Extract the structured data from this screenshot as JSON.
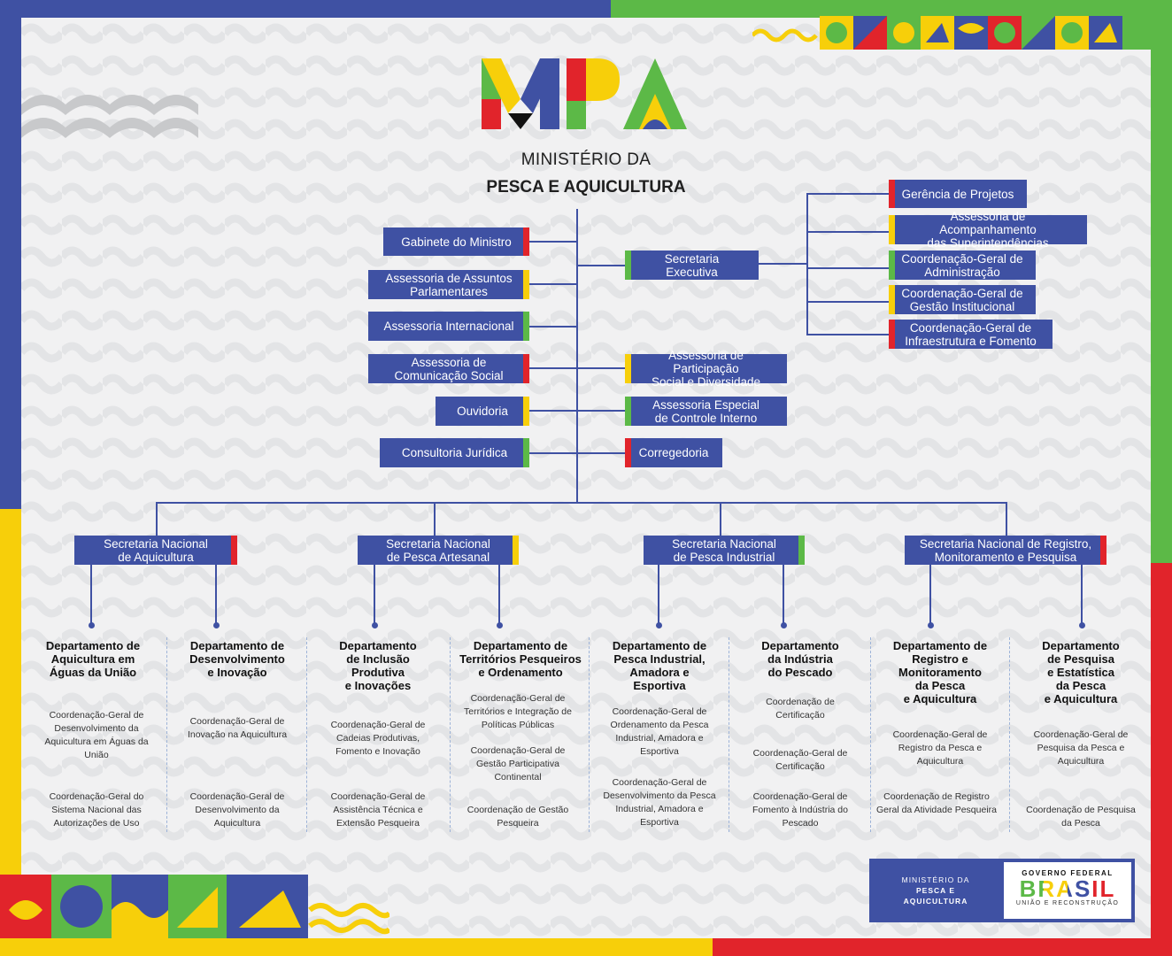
{
  "colors": {
    "blue": "#3f51a3",
    "green": "#5cb947",
    "yellow": "#f7cf0a",
    "red": "#e1242b",
    "background": "#f1f1f2"
  },
  "logo": {
    "letters": "MPA"
  },
  "header": {
    "title_line1": "MINISTÉRIO DA",
    "title_line2": "PESCA E AQUICULTURA"
  },
  "left_units": [
    {
      "label": "Gabinete do Ministro",
      "tab": "#e1242b"
    },
    {
      "label": "Assessoria de Assuntos\nParlamentares",
      "tab": "#f7cf0a"
    },
    {
      "label": "Assessoria Internacional",
      "tab": "#5cb947"
    },
    {
      "label": "Assessoria de\nComunicação Social",
      "tab": "#e1242b"
    },
    {
      "label": "Ouvidoria",
      "tab": "#f7cf0a"
    },
    {
      "label": "Consultoria Jurídica",
      "tab": "#5cb947"
    }
  ],
  "right_units": [
    {
      "label": "Secretaria Executiva",
      "tab": "#5cb947"
    },
    {
      "label": "Assessoria de Participação\nSocial e Diversidade",
      "tab": "#f7cf0a"
    },
    {
      "label": "Assessoria Especial\nde Controle Interno",
      "tab": "#5cb947"
    },
    {
      "label": "Corregedoria",
      "tab": "#e1242b"
    }
  ],
  "executive_units": [
    {
      "label": "Gerência de Projetos",
      "tab": "#e1242b"
    },
    {
      "label": "Assessoria de Acompanhamento\ndas Superintendências",
      "tab": "#f7cf0a"
    },
    {
      "label": "Coordenação-Geral de\nAdministração",
      "tab": "#5cb947"
    },
    {
      "label": "Coordenação-Geral de\nGestão Institucional",
      "tab": "#f7cf0a"
    },
    {
      "label": "Coordenação-Geral de\nInfraestrutura e Fomento",
      "tab": "#e1242b"
    }
  ],
  "secretariats": [
    {
      "label": "Secretaria Nacional\nde Aquicultura",
      "tab": "#e1242b"
    },
    {
      "label": "Secretaria Nacional\nde Pesca Artesanal",
      "tab": "#f7cf0a"
    },
    {
      "label": "Secretaria Nacional\nde Pesca Industrial",
      "tab": "#5cb947"
    },
    {
      "label": "Secretaria Nacional de Registro,\nMonitoramento e Pesquisa",
      "tab": "#e1242b"
    }
  ],
  "departments": [
    {
      "title": "Departamento de\nAquicultura em\nÁguas da União",
      "coords": [
        "Coordenação-Geral de\nDesenvolvimento da\nAquicultura em Águas da\nUnião",
        "Coordenação-Geral do\nSistema Nacional das\nAutorizações de Uso"
      ]
    },
    {
      "title": "Departamento de\nDesenvolvimento\ne Inovação",
      "coords": [
        "Coordenação-Geral  de\nInovação na Aquicultura",
        "Coordenação-Geral  de\nDesenvolvimento da\nAquicultura"
      ]
    },
    {
      "title": "Departamento\nde Inclusão\nProdutiva\ne Inovações",
      "coords": [
        "Coordenação-Geral de\nCadeias Produtivas,\nFomento e Inovação",
        "Coordenação-Geral de\nAssistência Técnica e\nExtensão Pesqueira"
      ]
    },
    {
      "title": "Departamento de\nTerritórios Pesqueiros\ne Ordenamento",
      "coords": [
        "Coordenação-Geral de\nTerritórios e Integração de\nPolíticas Públicas",
        "Coordenação-Geral de\nGestão Participativa\nContinental",
        "Coordenação de Gestão\nPesqueira"
      ]
    },
    {
      "title": "Departamento de\nPesca Industrial,\nAmadora e\nEsportiva",
      "coords": [
        "Coordenação-Geral de\nOrdenamento da Pesca\nIndustrial, Amadora e\nEsportiva",
        "Coordenação-Geral de\nDesenvolvimento da Pesca\nIndustrial, Amadora e\nEsportiva"
      ]
    },
    {
      "title": "Departamento\nda Indústria\ndo Pescado",
      "coords": [
        "Coordenação de\nCertificação",
        "Coordenação-Geral de\nCertificação",
        "Coordenação-Geral de\nFomento à Indústria do\nPescado"
      ]
    },
    {
      "title": "Departamento de\nRegistro e\nMonitoramento\nda Pesca\ne Aquicultura",
      "coords": [
        "Coordenação-Geral de\nRegistro da Pesca e\nAquicultura",
        "Coordenação de Registro\nGeral da Atividade Pesqueira"
      ]
    },
    {
      "title": "Departamento\nde Pesquisa\ne Estatística\nda Pesca\ne Aquicultura",
      "coords": [
        "Coordenação-Geral de\nPesquisa da Pesca e\nAquicultura",
        "Coordenação de Pesquisa\nda Pesca"
      ]
    }
  ],
  "footer": {
    "ministry_line1": "MINISTÉRIO DA",
    "ministry_line2": "PESCA E",
    "ministry_line3": "AQUICULTURA",
    "gov_label": "GOVERNO FEDERAL",
    "brasil": "BRASIL",
    "slogan": "UNIÃO E RECONSTRUÇÃO"
  }
}
